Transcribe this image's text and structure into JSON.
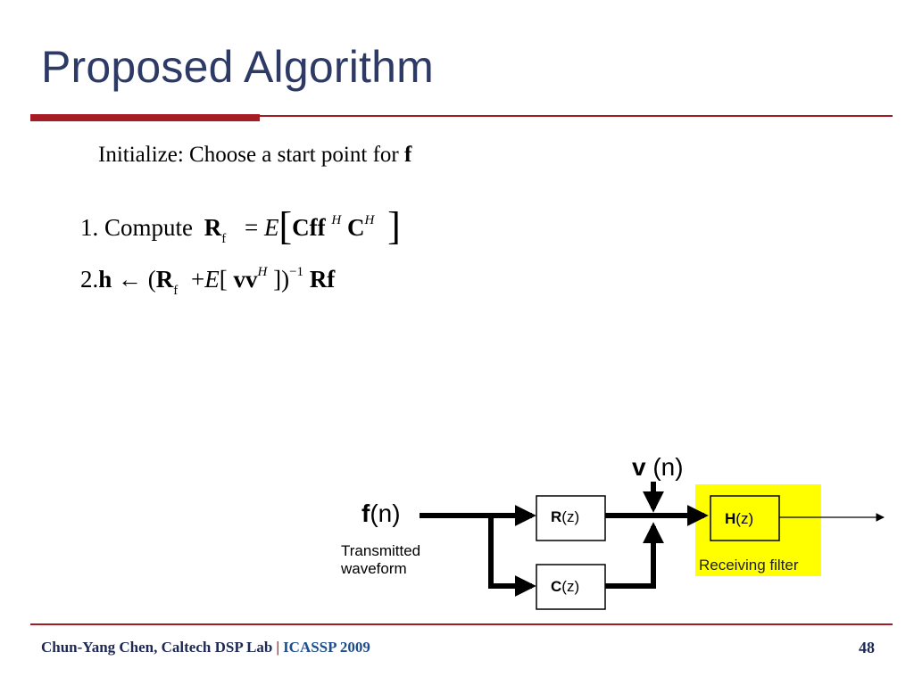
{
  "slide": {
    "title": "Proposed Algorithm",
    "init_text": "Initialize: Choose a start point for",
    "init_var": "f",
    "eq1": {
      "number": "1.",
      "word": "Compute",
      "lhs": "R",
      "lhs_sub": "f",
      "equals": "=",
      "E": "E",
      "body1": "Cff",
      "sup1": "H",
      "body2": "C",
      "sup2": "H"
    },
    "eq2": {
      "number": "2.",
      "h": "h",
      "arrow": "←",
      "open": "(",
      "R": "R",
      "R_sub": "f",
      "plus": "+",
      "E": "E",
      "lbr": "[",
      "vv": "vv",
      "sup_H": "H",
      "close": "])",
      "sup_inv": "−1",
      "tail": "Rf"
    }
  },
  "diagram": {
    "v_bold": "v",
    "v_rest": " (n)",
    "f_bold": "f",
    "f_rest": "(n)",
    "transmitted_line1": "Transmitted",
    "transmitted_line2": "waveform",
    "R_bold": "R",
    "R_rest": "(z)",
    "C_bold": "C",
    "C_rest": "(z)",
    "H_bold": "H",
    "H_rest": "(z)",
    "receiving": "Receiving filter",
    "highlight_color": "#ffff00",
    "line_color": "#000000"
  },
  "footer": {
    "author": "Chun-Yang Chen, Caltech DSP Lab",
    "separator": "|",
    "conference": "ICASSP 2009",
    "page": "48"
  },
  "colors": {
    "title": "#2e3a66",
    "accent": "#a51c24",
    "footer_text": "#1e2a55"
  }
}
